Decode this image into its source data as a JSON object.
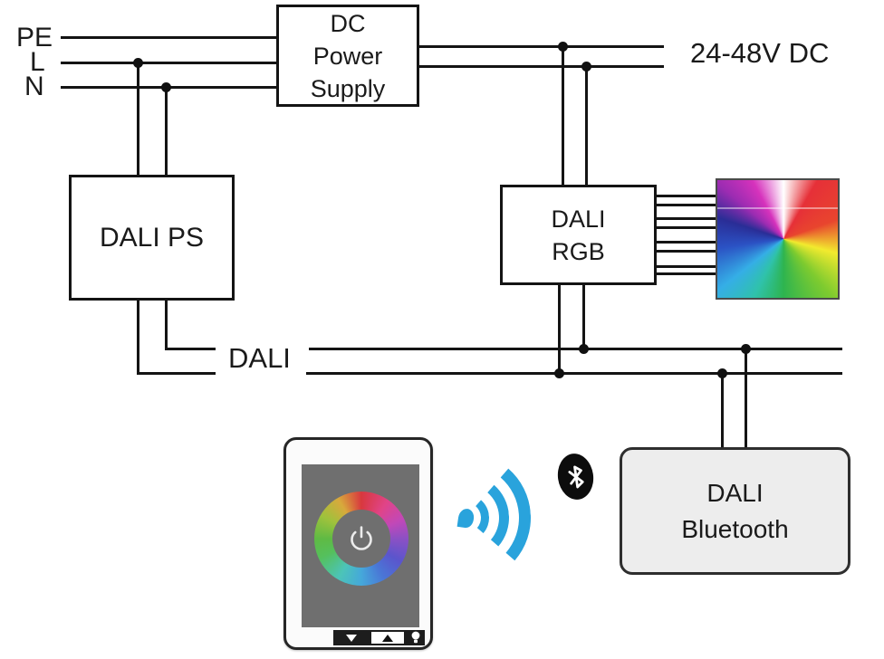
{
  "diagram": {
    "mains_labels": {
      "pe": "PE",
      "l": "L",
      "n": "N"
    },
    "dc_output_label": "24-48V DC",
    "bus_label": "DALI",
    "boxes": {
      "dc_power_supply": {
        "line1": "DC",
        "line2": "Power",
        "line3": "Supply"
      },
      "dali_ps": {
        "label": "DALI PS"
      },
      "dali_rgb": {
        "line1": "DALI",
        "line2": "RGB"
      },
      "dali_bluetooth": {
        "line1": "DALI",
        "line2": "Bluetooth"
      }
    },
    "icons": {
      "wireless_signal": "wireless-signal-icon",
      "bluetooth_logo": "bluetooth-logo-icon",
      "color_gamut": "color-gamut-square",
      "color_wheel": "color-wheel-ring",
      "power_button": "power-button-icon",
      "dim_down": "down-triangle-icon",
      "dim_up": "up-triangle-icon",
      "lamp": "lamp-icon"
    },
    "colors": {
      "wire": "#141414",
      "signal_blue": "#29a3dc",
      "box_fill": "#ffffff",
      "bluetooth_box_fill": "#ededed",
      "panel_screen_gray": "#6f6f6f"
    }
  }
}
